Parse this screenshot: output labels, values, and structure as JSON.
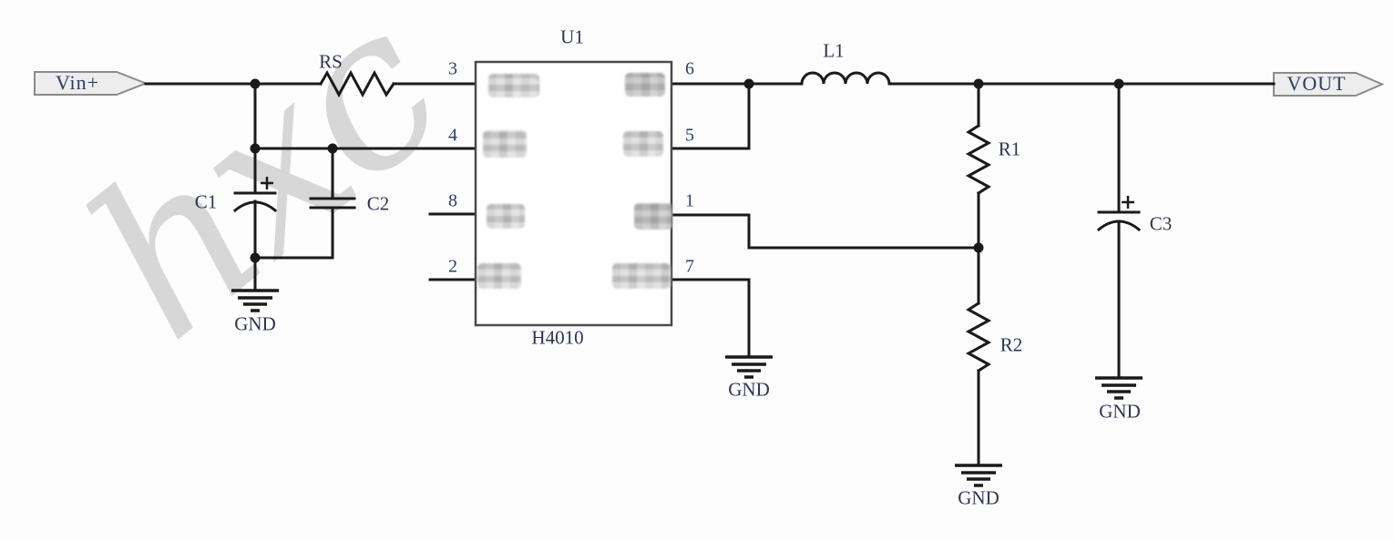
{
  "watermark": "hxc",
  "ports": {
    "input_label": "Vin+",
    "output_label": "VOUT"
  },
  "ic": {
    "designator": "U1",
    "part_number": "H4010",
    "left_pins": [
      "3",
      "4",
      "8",
      "2"
    ],
    "right_pins": [
      "6",
      "5",
      "1",
      "7"
    ]
  },
  "components": {
    "rs": "RS",
    "c1": "C1",
    "c2": "C2",
    "c3": "C3",
    "l1": "L1",
    "r1": "R1",
    "r2": "R2"
  },
  "grounds": {
    "g1": "GND",
    "g2": "GND",
    "g3": "GND",
    "g4": "GND"
  },
  "colors": {
    "wire": "#1a1a1a",
    "text": "#2c3550",
    "pin_text": "#2c3e63",
    "watermark": "#cdcdcd",
    "port_fill": "#ededed",
    "port_border": "#8a8a8a",
    "ic_border": "#4a4a4a",
    "ic_fill": "#ffffff",
    "bg": "#fdfdfd"
  }
}
